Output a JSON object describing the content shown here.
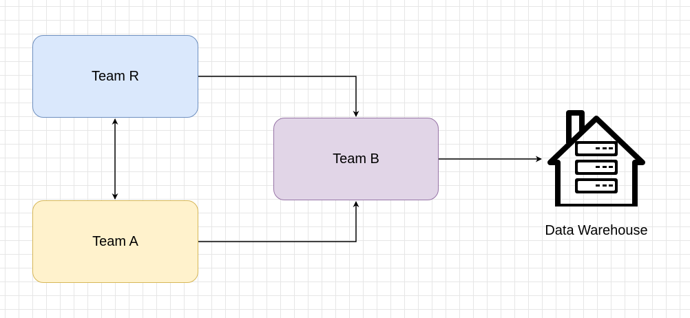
{
  "diagram": {
    "nodes": [
      {
        "id": "team-r",
        "label": "Team R",
        "fill": "#dae8fc",
        "stroke": "#6c8ebf"
      },
      {
        "id": "team-a",
        "label": "Team A",
        "fill": "#fff2cc",
        "stroke": "#d6b656"
      },
      {
        "id": "team-b",
        "label": "Team B",
        "fill": "#e1d5e7",
        "stroke": "#9673a6"
      }
    ],
    "warehouse": {
      "label": "Data Warehouse",
      "icon": "warehouse-server-icon"
    },
    "edges": [
      {
        "from": "Team R",
        "to": "Team B",
        "style": "arrow"
      },
      {
        "from": "Team A",
        "to": "Team B",
        "style": "arrow"
      },
      {
        "from": "Team R",
        "to": "Team A",
        "style": "bidirectional-arrow"
      },
      {
        "from": "Team B",
        "to": "Data Warehouse",
        "style": "arrow"
      }
    ]
  }
}
